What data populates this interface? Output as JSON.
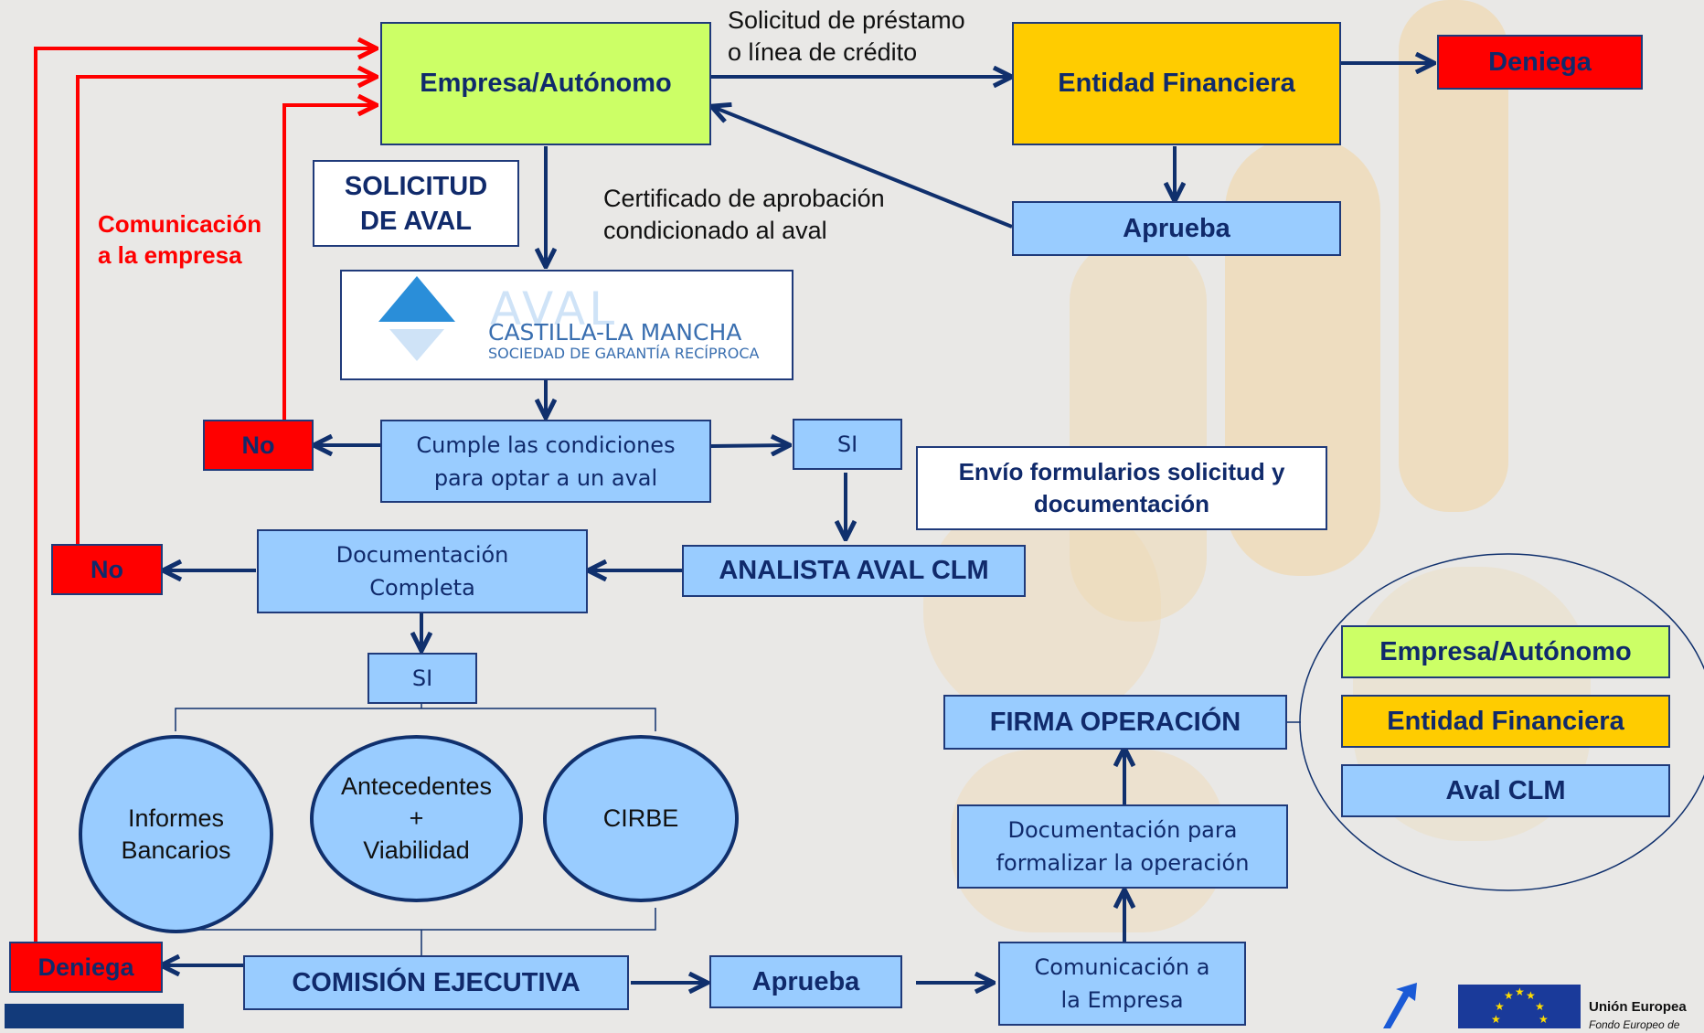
{
  "boxes": {
    "empresa": "Empresa/Autónomo",
    "entidad": "Entidad Financiera",
    "deniega_top": "Deniega",
    "aprueba_top": "Aprueba",
    "solicitud_aval": "SOLICITUD\nDE AVAL",
    "cumple": "Cumple las condiciones\npara optar a un aval",
    "no_1": "No",
    "si_1": "SI",
    "envio": "Envío formularios solicitud y\ndocumentación",
    "analista": "ANALISTA  AVAL CLM",
    "documentacion": "Documentación\nCompleta",
    "no_2": "No",
    "si_2": "SI",
    "informes": "Informes\nBancarios",
    "antecedentes": "Antecedentes\n+\nViabilidad",
    "cirbe": "CIRBE",
    "comision": "COMISIÓN EJECUTIVA",
    "deniega_bottom": "Deniega",
    "aprueba_bottom": "Aprueba",
    "comunicacion": "Comunicación a\nla Empresa",
    "doc_formalizar": "Documentación para\nformalizar la operación",
    "firma": "FIRMA OPERACIÓN"
  },
  "labels": {
    "solicitud_prestamo": "Solicitud de préstamo\no línea de crédito",
    "certificado": "Certificado de aprobación\ncondicionado al aval",
    "comunicacion_empresa": "Comunicación\na la empresa"
  },
  "legend": {
    "items": [
      "Empresa/Autónomo",
      "Entidad Financiera",
      "Aval CLM"
    ]
  },
  "logo": {
    "big": "AVAL",
    "line1": "CASTILLA-LA MANCHA",
    "line2": "SOCIEDAD DE GARANTÍA RECÍPROCA"
  },
  "footer": {
    "eu_title": "Unión Europea",
    "eu_sub": "Fondo Europeo de"
  },
  "colors": {
    "arrow": "#10306d",
    "feedback": "#ff0000",
    "green": "#ccff66",
    "yellow": "#ffcc00",
    "blue": "#99ccff",
    "red": "#ff0000"
  }
}
